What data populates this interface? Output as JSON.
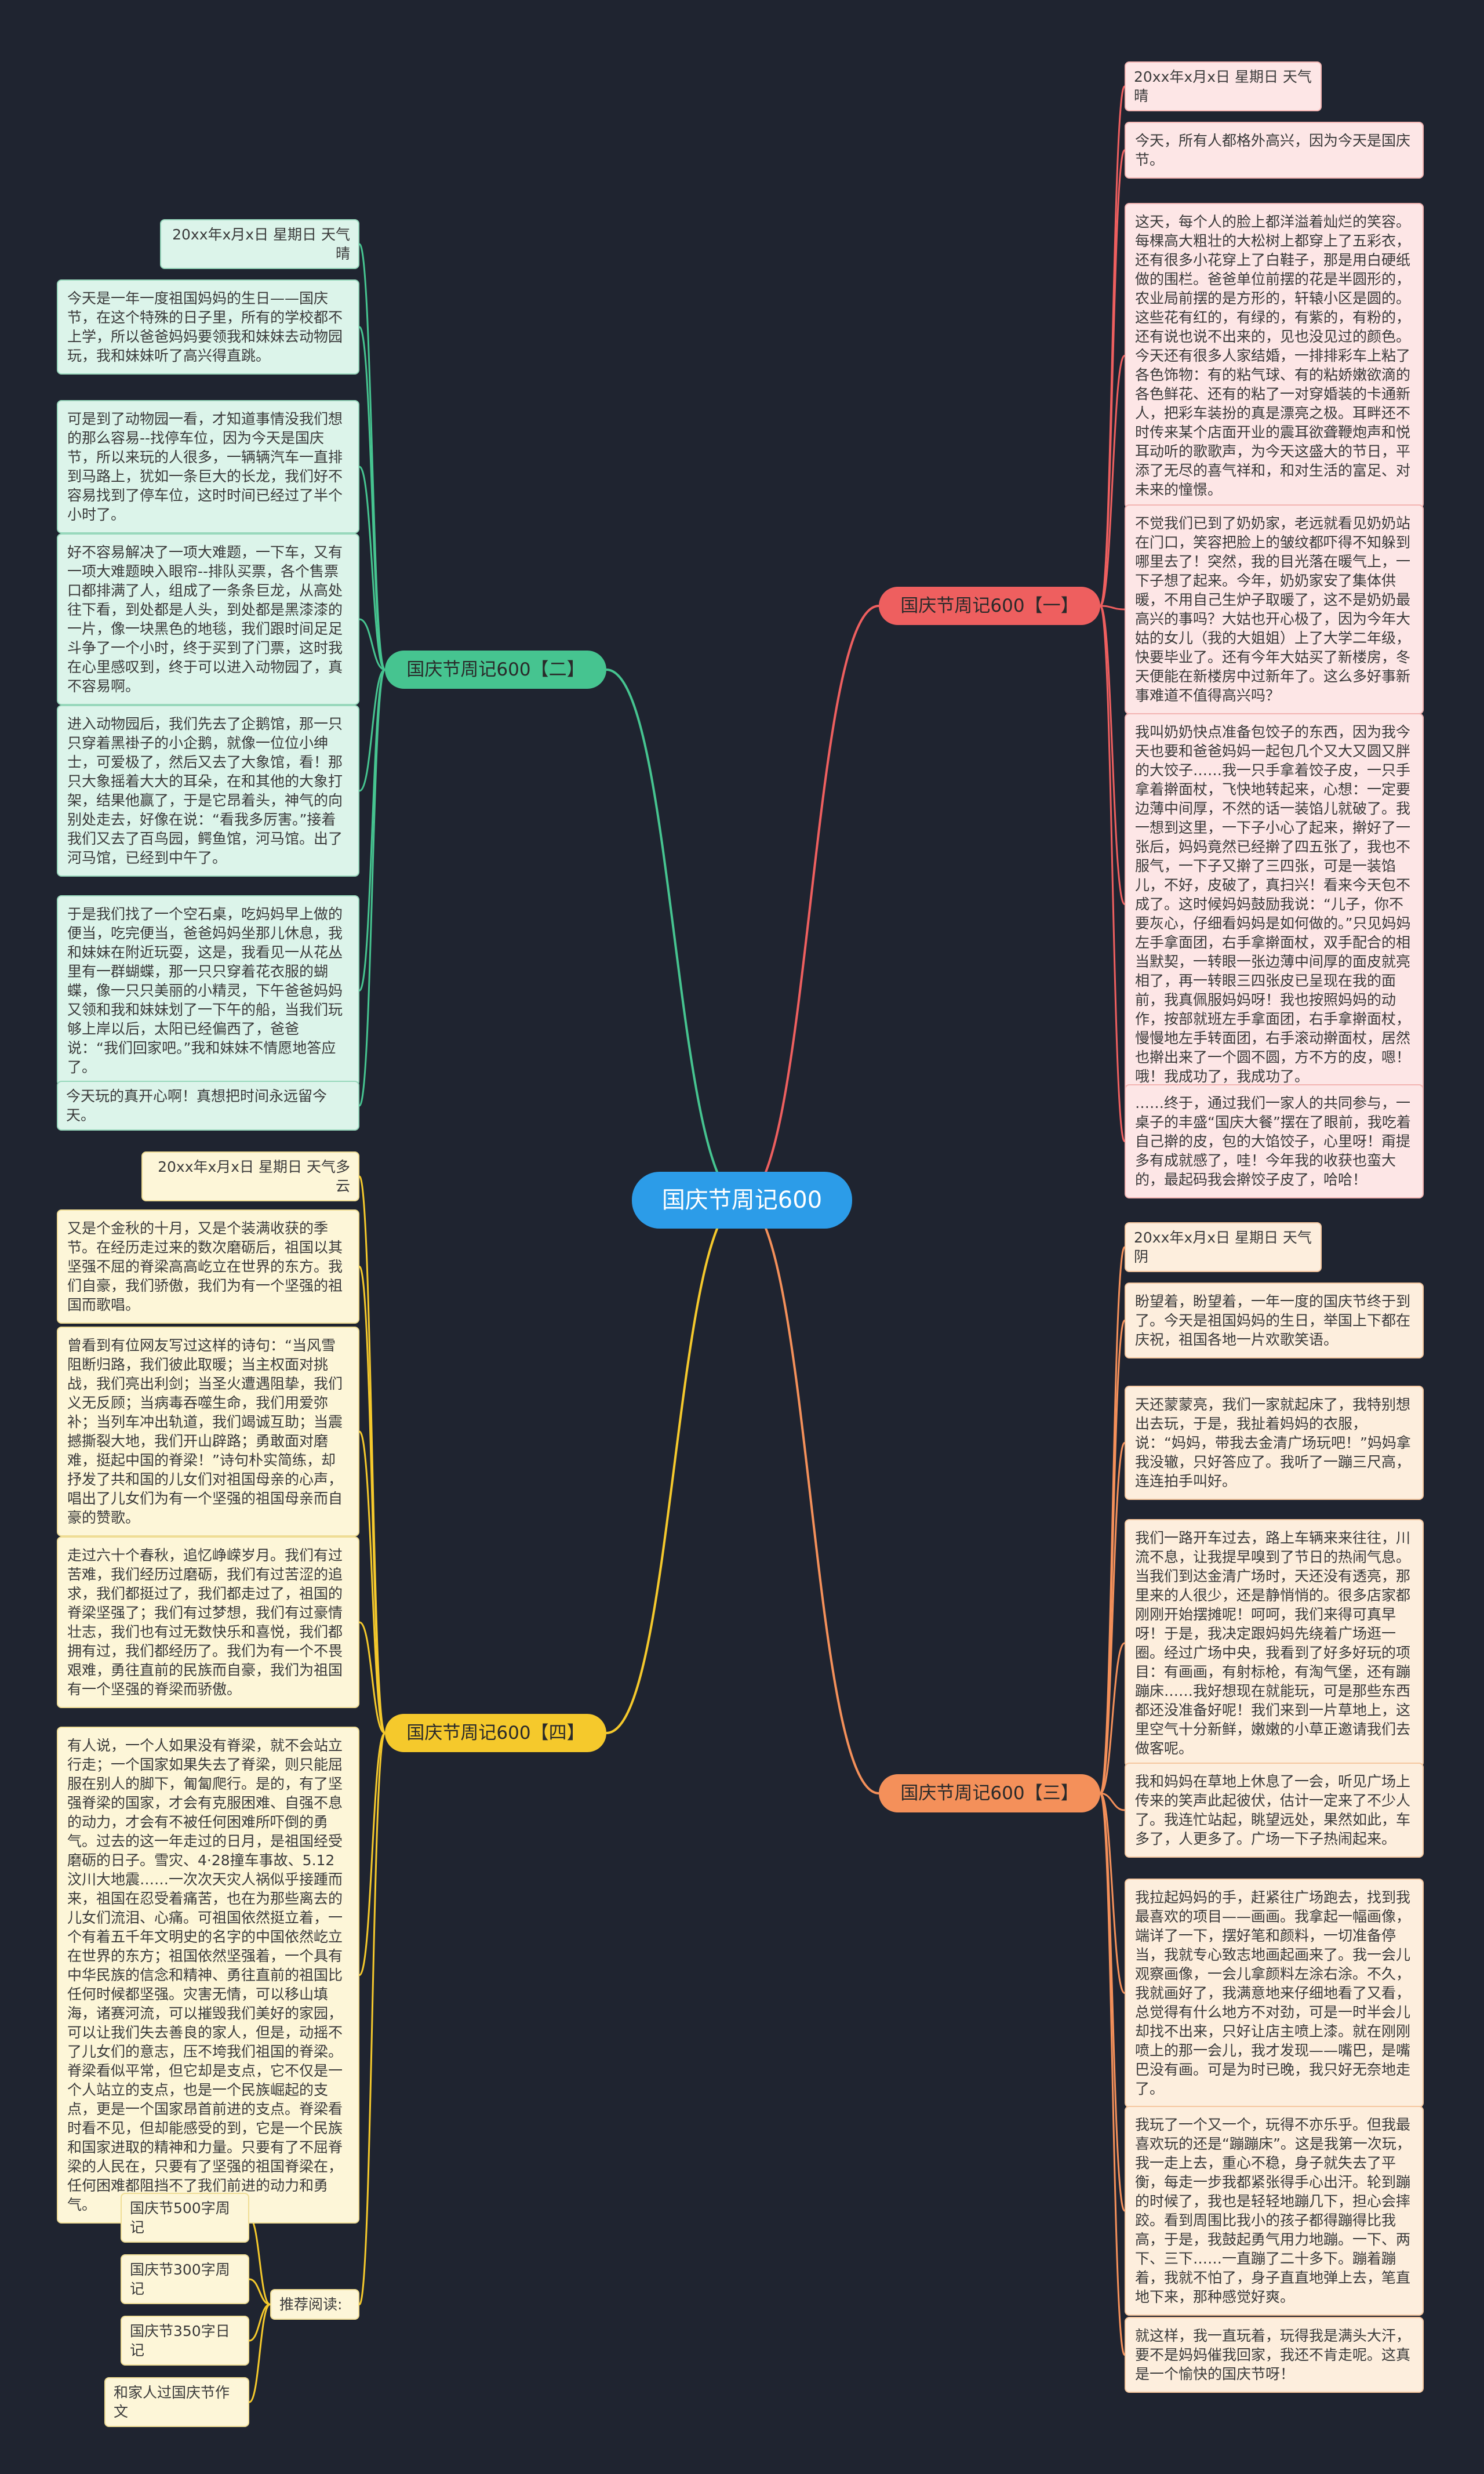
{
  "root": {
    "title": "国庆节周记600"
  },
  "colors": {
    "background": "#1f2430",
    "root": "#2c9ce8",
    "green": "#46c490",
    "yellow": "#f5c92c",
    "red": "#ee5f5f",
    "orange": "#f4905a"
  },
  "branches": {
    "b2": {
      "label": "国庆节周记600【二】",
      "items": [
        "20xx年x月x日 星期日 天气晴",
        "今天是一年一度祖国妈妈的生日——国庆节，在这个特殊的日子里，所有的学校都不上学，所以爸爸妈妈要领我和妹妹去动物园玩，我和妹妹听了高兴得直跳。",
        "可是到了动物园一看，才知道事情没我们想的那么容易--找停车位，因为今天是国庆节，所以来玩的人很多，一辆辆汽车一直排到马路上，犹如一条巨大的长龙，我们好不容易找到了停车位，这时时间已经过了半个小时了。",
        "好不容易解决了一项大难题，一下车，又有一项大难题映入眼帘--排队买票，各个售票口都排满了人，组成了一条条巨龙，从高处往下看，到处都是人头，到处都是黑漆漆的一片，像一块黑色的地毯，我们跟时间足足斗争了一个小时，终于买到了门票，这时我在心里感叹到，终于可以进入动物园了，真不容易啊。",
        "进入动物园后，我们先去了企鹅馆，那一只只穿着黑褂子的小企鹅，就像一位位小绅士，可爱极了，然后又去了大象馆，看！那只大象摇着大大的耳朵，在和其他的大象打架，结果他赢了，于是它昂着头，神气的向别处走去，好像在说：“看我多厉害。”接着我们又去了百鸟园，鳄鱼馆，河马馆。出了河马馆，已经到中午了。",
        "于是我们找了一个空石桌，吃妈妈早上做的便当，吃完便当，爸爸妈妈坐那儿休息，我和妹妹在附近玩耍，这是，我看见一从花丛里有一群蝴蝶，那一只只穿着花衣服的蝴蝶，像一只只美丽的小精灵，下午爸爸妈妈又领和我和妹妹划了一下午的船，当我们玩够上岸以后，太阳已经偏西了，爸爸说：“我们回家吧。”我和妹妹不情愿地答应了。",
        "今天玩的真开心啊！真想把时间永远留今天。"
      ]
    },
    "b4": {
      "label": "国庆节周记600【四】",
      "items": [
        "20xx年x月x日 星期日 天气多云",
        "又是个金秋的十月，又是个装满收获的季节。在经历走过来的数次磨砺后，祖国以其坚强不屈的脊梁高高屹立在世界的东方。我们自豪，我们骄傲，我们为有一个坚强的祖国而歌唱。",
        "曾看到有位网友写过这样的诗句：“当风雪阻断归路，我们彼此取暖；当主权面对挑战，我们亮出利剑；当圣火遭遇阻挚，我们义无反顾；当病毒吞噬生命，我们用爱弥补；当列车冲出轨道，我们竭诚互助；当震撼撕裂大地，我们开山辟路；勇敢面对磨难，挺起中国的脊梁！”诗句朴实简练，却抒发了共和国的儿女们对祖国母亲的心声，唱出了儿女们为有一个坚强的祖国母亲而自豪的赞歌。",
        "走过六十个春秋，追忆峥嵘岁月。我们有过苦难，我们经历过磨砺，我们有过苦涩的追求，我们都挺过了，我们都走过了，祖国的脊梁坚强了；我们有过梦想，我们有过豪情壮志，我们也有过无数快乐和喜悦，我们都拥有过，我们都经历了。我们为有一个不畏艰难，勇往直前的民族而自豪，我们为祖国有一个坚强的脊梁而骄傲。",
        "有人说，一个人如果没有脊梁，就不会站立行走；一个国家如果失去了脊梁，则只能屈服在别人的脚下，匍匐爬行。是的，有了坚强脊梁的国家，才会有克服困难、自强不息的动力，才会有不被任何困难所吓倒的勇气。过去的这一年走过的日月，是祖国经受磨砺的日子。雪灾、4·28撞车事故、5.12汶川大地震……一次次天灾人祸似乎接踵而来，祖国在忍受着痛苦，也在为那些离去的儿女们流泪、心痛。可祖国依然挺立着，一个有着五千年文明史的名字的中国依然屹立在世界的东方；祖国依然坚强着，一个具有中华民族的信念和精神、勇往直前的祖国比任何时候都坚强。灾害无情，可以移山填海，诸赛河流，可以摧毁我们美好的家园，可以让我们失去善良的家人，但是，动摇不了儿女们的意志，压不垮我们祖国的脊梁。脊梁看似平常，但它却是支点，它不仅是一个人站立的支点，也是一个民族崛起的支点，更是一个国家昂首前进的支点。脊梁看时看不见，但却能感受的到，它是一个民族和国家进取的精神和力量。只要有了不屈脊梁的人民在，只要有了坚强的祖国脊梁在，任何困难都阻挡不了我们前进的动力和勇气。"
      ],
      "recommend": {
        "label": "推荐阅读:",
        "items": [
          "国庆节500字周记",
          "国庆节300字周记",
          "国庆节350字日记",
          "和家人过国庆节作文"
        ]
      }
    },
    "b1": {
      "label": "国庆节周记600【一】",
      "items": [
        "20xx年x月x日 星期日 天气晴",
        "今天，所有人都格外高兴，因为今天是国庆节。",
        "这天，每个人的脸上都洋溢着灿烂的笑容。每棵高大粗壮的大松树上都穿上了五彩衣，还有很多小花穿上了白鞋子，那是用白硬纸做的围栏。爸爸单位前摆的花是半圆形的，农业局前摆的是方形的，轩辕小区是圆的。这些花有红的，有绿的，有紫的，有粉的，还有说也说不出来的，见也没见过的颜色。今天还有很多人家结婚，一排排彩车上粘了各色饰物：有的粘气球、有的粘娇嫩欲滴的各色鲜花、还有的粘了一对穿婚装的卡通新人，把彩车装扮的真是漂亮之极。耳畔还不时传来某个店面开业的震耳欲聋鞭炮声和悦耳动听的歌歌声，为今天这盛大的节日，平添了无尽的喜气祥和，和对生活的富足、对未来的憧憬。",
        "不觉我们已到了奶奶家，老远就看见奶奶站在门口，笑容把脸上的皱纹都吓得不知躲到哪里去了！突然，我的目光落在暖气上，一下子想了起来。今年，奶奶家安了集体供暖，不用自己生炉子取暖了，这不是奶奶最高兴的事吗？大姑也开心极了，因为今年大姑的女儿（我的大姐姐）上了大学二年级，快要毕业了。还有今年大姑买了新楼房，冬天便能在新楼房中过新年了。这么多好事新事难道不值得高兴吗？",
        "我叫奶奶快点准备包饺子的东西，因为我今天也要和爸爸妈妈一起包几个又大又圆又胖的大饺子……我一只手拿着饺子皮，一只手拿着擀面杖，飞快地转起来，心想：一定要边薄中间厚，不然的话一装馅儿就破了。我一想到这里，一下子小心了起来，擀好了一张后，妈妈竟然已经擀了四五张了，我也不服气，一下子又擀了三四张，可是一装馅儿，不好，皮破了，真扫兴！看来今天包不成了。这时候妈妈鼓励我说：“儿子，你不要灰心，仔细看妈妈是如何做的。”只见妈妈左手拿面团，右手拿擀面杖，双手配合的相当默契，一转眼一张边薄中间厚的面皮就亮相了，再一转眼三四张皮已呈现在我的面前，我真佩服妈妈呀！我也按照妈妈的动作，按部就班左手拿面团，右手拿擀面杖，慢慢地左手转面团，右手滚动擀面杖，居然也擀出来了一个圆不圆，方不方的皮，嗯！哦！我成功了，我成功了。",
        "……终于，通过我们一家人的共同参与，一桌子的丰盛“国庆大餐”摆在了眼前，我吃着自己擀的皮，包的大馅饺子，心里呀！甭提多有成就感了，哇！今年我的收获也蛮大的，最起码我会擀饺子皮了，哈哈！"
      ]
    },
    "b3": {
      "label": "国庆节周记600【三】",
      "items": [
        "20xx年x月x日 星期日 天气阴",
        "盼望着，盼望着，一年一度的国庆节终于到了。今天是祖国妈妈的生日，举国上下都在庆祝，祖国各地一片欢歌笑语。",
        "天还蒙蒙亮，我们一家就起床了，我特别想出去玩，于是，我扯着妈妈的衣服，说：“妈妈，带我去金清广场玩吧！”妈妈拿我没辙，只好答应了。我听了一蹦三尺高，连连拍手叫好。",
        "我们一路开车过去，路上车辆来来往往，川流不息，让我提早嗅到了节日的热闹气息。当我们到达金清广场时，天还没有透亮，那里来的人很少，还是静悄悄的。很多店家都刚刚开始摆摊呢！呵呵，我们来得可真早呀！于是，我决定跟妈妈先绕着广场逛一圈。经过广场中央，我看到了好多好玩的项目：有画画，有射标枪，有淘气堡，还有蹦蹦床……我好想现在就能玩，可是那些东西都还没准备好呢！我们来到一片草地上，这里空气十分新鲜，嫩嫩的小草正邀请我们去做客呢。",
        "我和妈妈在草地上休息了一会，听见广场上传来的笑声此起彼伏，估计一定来了不少人了。我连忙站起，眺望远处，果然如此，车多了，人更多了。广场一下子热闹起来。",
        "我拉起妈妈的手，赶紧往广场跑去，找到我最喜欢的项目——画画。我拿起一幅画像，端详了一下，摆好笔和颜料，一切准备停当，我就专心致志地画起画来了。我一会儿观察画像，一会儿拿颜料左涂右涂。不久，我就画好了，我满意地来仔细地看了又看，总觉得有什么地方不对劲，可是一时半会儿却找不出来，只好让店主喷上漆。就在刚刚喷上的那一会儿，我才发现——嘴巴，是嘴巴没有画。可是为时已晚，我只好无奈地走了。",
        "我玩了一个又一个，玩得不亦乐乎。但我最喜欢玩的还是“蹦蹦床”。这是我第一次玩，我一走上去，重心不稳，身子就失去了平衡，每走一步我都紧张得手心出汗。轮到蹦的时候了，我也是轻轻地蹦几下，担心会摔跤。看到周围比我小的孩子都得蹦得比我高，于是，我鼓起勇气用力地蹦。一下、两下、三下……一直蹦了二十多下。蹦着蹦着，我就不怕了，身子直直地弹上去，笔直地下来，那种感觉好爽。",
        "就这样，我一直玩着，玩得我是满头大汗，要不是妈妈催我回家，我还不肯走呢。这真是一个愉快的国庆节呀！"
      ]
    }
  }
}
